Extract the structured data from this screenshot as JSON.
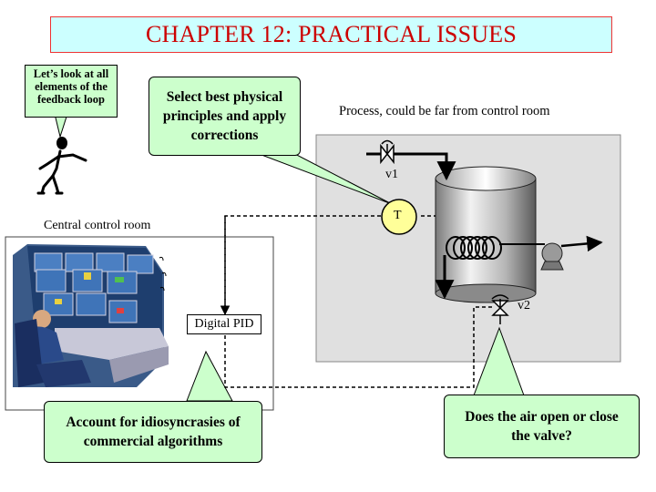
{
  "title": "CHAPTER 12: PRACTICAL ISSUES",
  "callouts": {
    "feedback_loop": "Let’s look at all elements of the feedback loop",
    "physical_principles": "Select best physical principles and apply corrections",
    "idiosyncrasies": "Account for idiosyncrasies of commercial algorithms",
    "air_valve": "Does the air open or close the valve?"
  },
  "labels": {
    "process": "Process, could be far from control room",
    "control_room": "Central control room",
    "digital_pid": "Digital PID",
    "v1": "v1",
    "v2": "v2",
    "temp_sensor": "T"
  },
  "colors": {
    "title_bg": "#ccffff",
    "title_text": "#cc0000",
    "callout_fill": "#ccffcc",
    "sensor_fill": "#ffff99",
    "process_bg": "#e0e0e0"
  }
}
